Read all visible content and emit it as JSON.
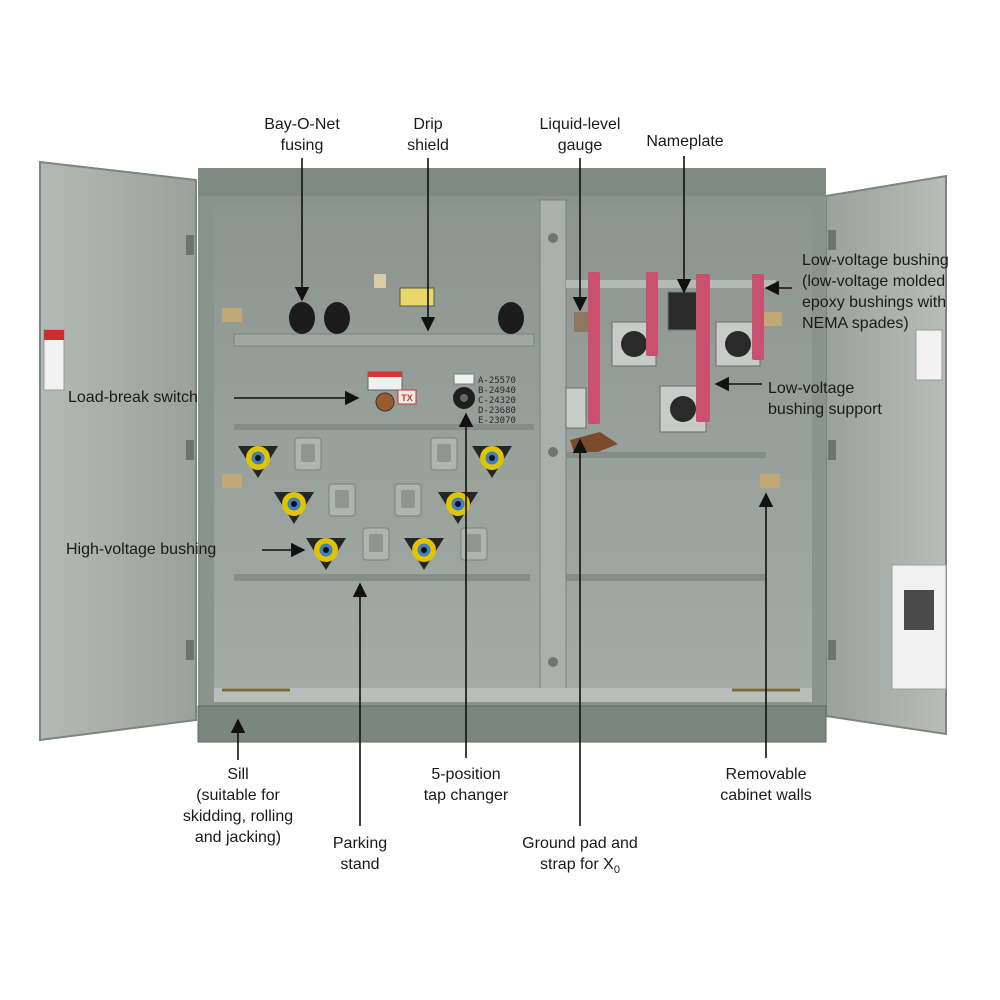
{
  "colors": {
    "cabinet": "#8f9a92",
    "cabinet_dark": "#5e6963",
    "door": "#a6aea9",
    "interior": "#9ba39f",
    "strap": "#c9506e",
    "bushing_yellow": "#e0c400",
    "bushing_blue": "#3f7fc0"
  },
  "labels": {
    "bay_o_net": "Bay-O-Net\nfusing",
    "drip_shield": "Drip\nshield",
    "liquid_level": "Liquid-level\ngauge",
    "nameplate": "Nameplate",
    "lv_bushing": "Low-voltage bushing\n(low-voltage molded\nepoxy bushings with\nNEMA spades)",
    "load_break": "Load-break switch",
    "lv_support": "Low-voltage\nbushing support",
    "hv_bushing": "High-voltage bushing",
    "sill": "Sill\n(suitable for\nskidding, rolling\nand jacking)",
    "parking": "Parking\nstand",
    "tap_changer": "5-position\ntap changer",
    "ground_pad": "Ground pad and\nstrap for X",
    "ground_pad_sub": "0",
    "removable": "Removable\ncabinet walls"
  },
  "tap_codes": [
    "A-25570",
    "B-24940",
    "C-24320",
    "D-23680",
    "E-23070"
  ],
  "switch_tag": "TX"
}
